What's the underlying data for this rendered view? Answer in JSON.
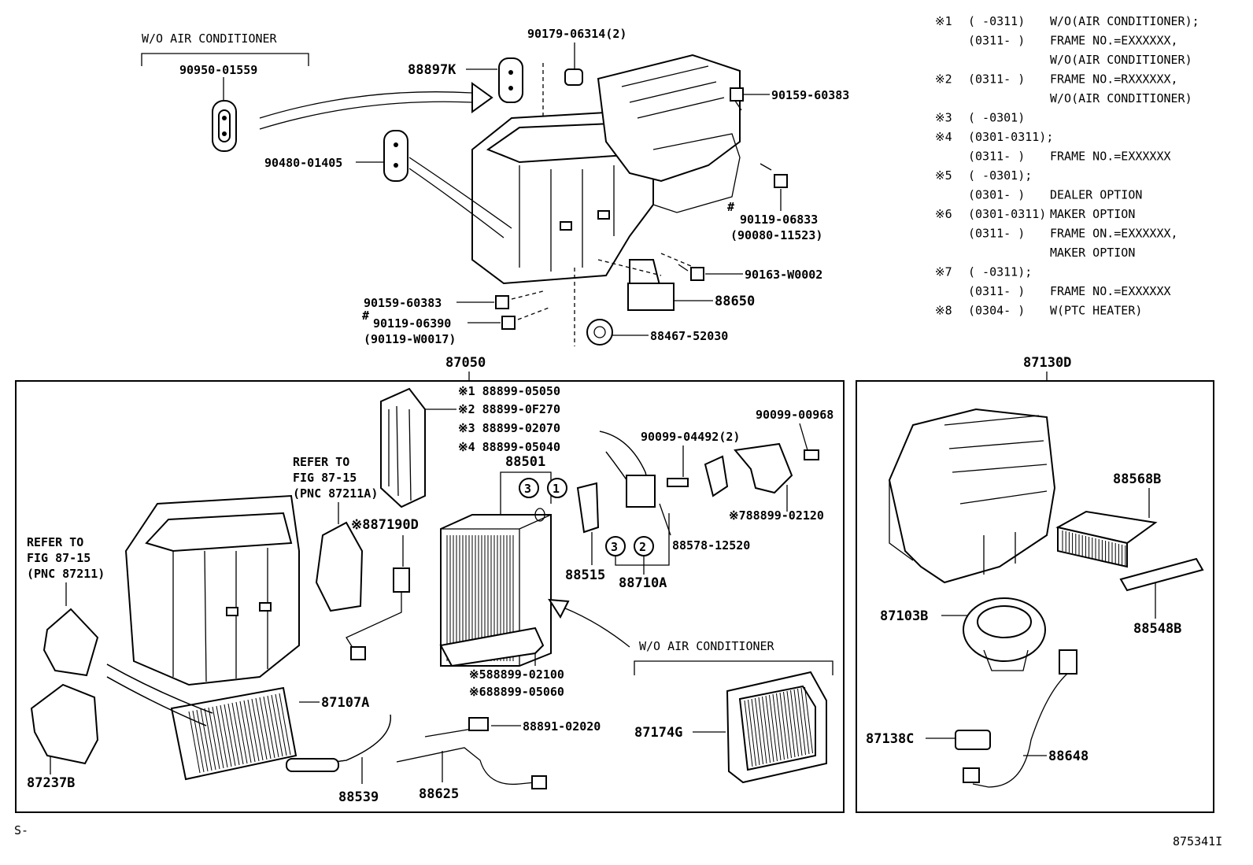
{
  "header_left": {
    "wo_ac_label": "W/O AIR CONDITIONER",
    "part": "90950-01559"
  },
  "top_callouts": {
    "c1": "90179-06314(2)",
    "c2": "88897K",
    "c3": "90480-01405",
    "c4": "90159-60383",
    "c5": "90119-06833",
    "c5_alt": "(90080-11523)",
    "c6": "90163-W0002",
    "c7": "88650",
    "c8": "90159-60383",
    "c9": "90119-06390",
    "c9_alt": "(90119-W0017)",
    "c10": "88467-52030",
    "hash": "#"
  },
  "notes": [
    {
      "mark": "※1",
      "range": "(     -0311)",
      "text": "W/O(AIR CONDITIONER);"
    },
    {
      "mark": "",
      "range": "(0311-     )",
      "text": "FRAME NO.=EXXXXXX,"
    },
    {
      "mark": "",
      "range": "",
      "text": "W/O(AIR CONDITIONER)"
    },
    {
      "mark": "※2",
      "range": "(0311-     )",
      "text": "FRAME NO.=RXXXXXX,"
    },
    {
      "mark": "",
      "range": "",
      "text": "W/O(AIR CONDITIONER)"
    },
    {
      "mark": "※3",
      "range": "(     -0301)",
      "text": ""
    },
    {
      "mark": "※4",
      "range": "(0301-0311);",
      "text": ""
    },
    {
      "mark": "",
      "range": "(0311-     )",
      "text": "FRAME NO.=EXXXXXX"
    },
    {
      "mark": "※5",
      "range": "(     -0301);",
      "text": ""
    },
    {
      "mark": "",
      "range": "(0301-     )",
      "text": "DEALER OPTION"
    },
    {
      "mark": "※6",
      "range": "(0301-0311)",
      "text": "MAKER OPTION"
    },
    {
      "mark": "",
      "range": "(0311-     )",
      "text": "FRAME ON.=EXXXXXX,"
    },
    {
      "mark": "",
      "range": "",
      "text": "MAKER OPTION"
    },
    {
      "mark": "※7",
      "range": "(     -0311);",
      "text": ""
    },
    {
      "mark": "",
      "range": "(0311-     )",
      "text": "FRAME NO.=EXXXXXX"
    },
    {
      "mark": "※8",
      "range": "(0304-     )",
      "text": "W(PTC HEATER)"
    }
  ],
  "box_left": {
    "title": "87050",
    "options": [
      "※1 88899-05050",
      "※2 88899-0F270",
      "※3 88899-02070",
      "※4 88899-05040"
    ],
    "evap": "88501",
    "refer1": [
      "REFER TO",
      "FIG 87-15",
      "(PNC 87211A)"
    ],
    "refer2": [
      "REFER TO",
      "FIG 87-15",
      "(PNC 87211)"
    ],
    "p_87190d": "※887190D",
    "p_90099_a": "90099-04492(2)",
    "p_90099_b": "90099-00968",
    "p_88578": "88578-12520",
    "p_88899_02120": "※788899-02120",
    "p_88515": "88515",
    "p_88710a": "88710A",
    "circle1": "1",
    "circle2": "2",
    "circle3": "3",
    "wo_ac": "W/O AIR CONDITIONER",
    "p_88899_02100": "※588899-02100",
    "p_88899_05060": "※688899-05060",
    "p_87107a": "87107A",
    "p_88891": "88891-02020",
    "p_87174g": "87174G",
    "p_87237b": "87237B",
    "p_88539": "88539",
    "p_88625": "88625"
  },
  "box_right": {
    "title": "87130D",
    "p_88568b": "88568B",
    "p_87103b": "87103B",
    "p_88548b": "88548B",
    "p_87138c": "87138C",
    "p_88648": "88648"
  },
  "footer": {
    "left": "S-",
    "right": "875341I"
  }
}
